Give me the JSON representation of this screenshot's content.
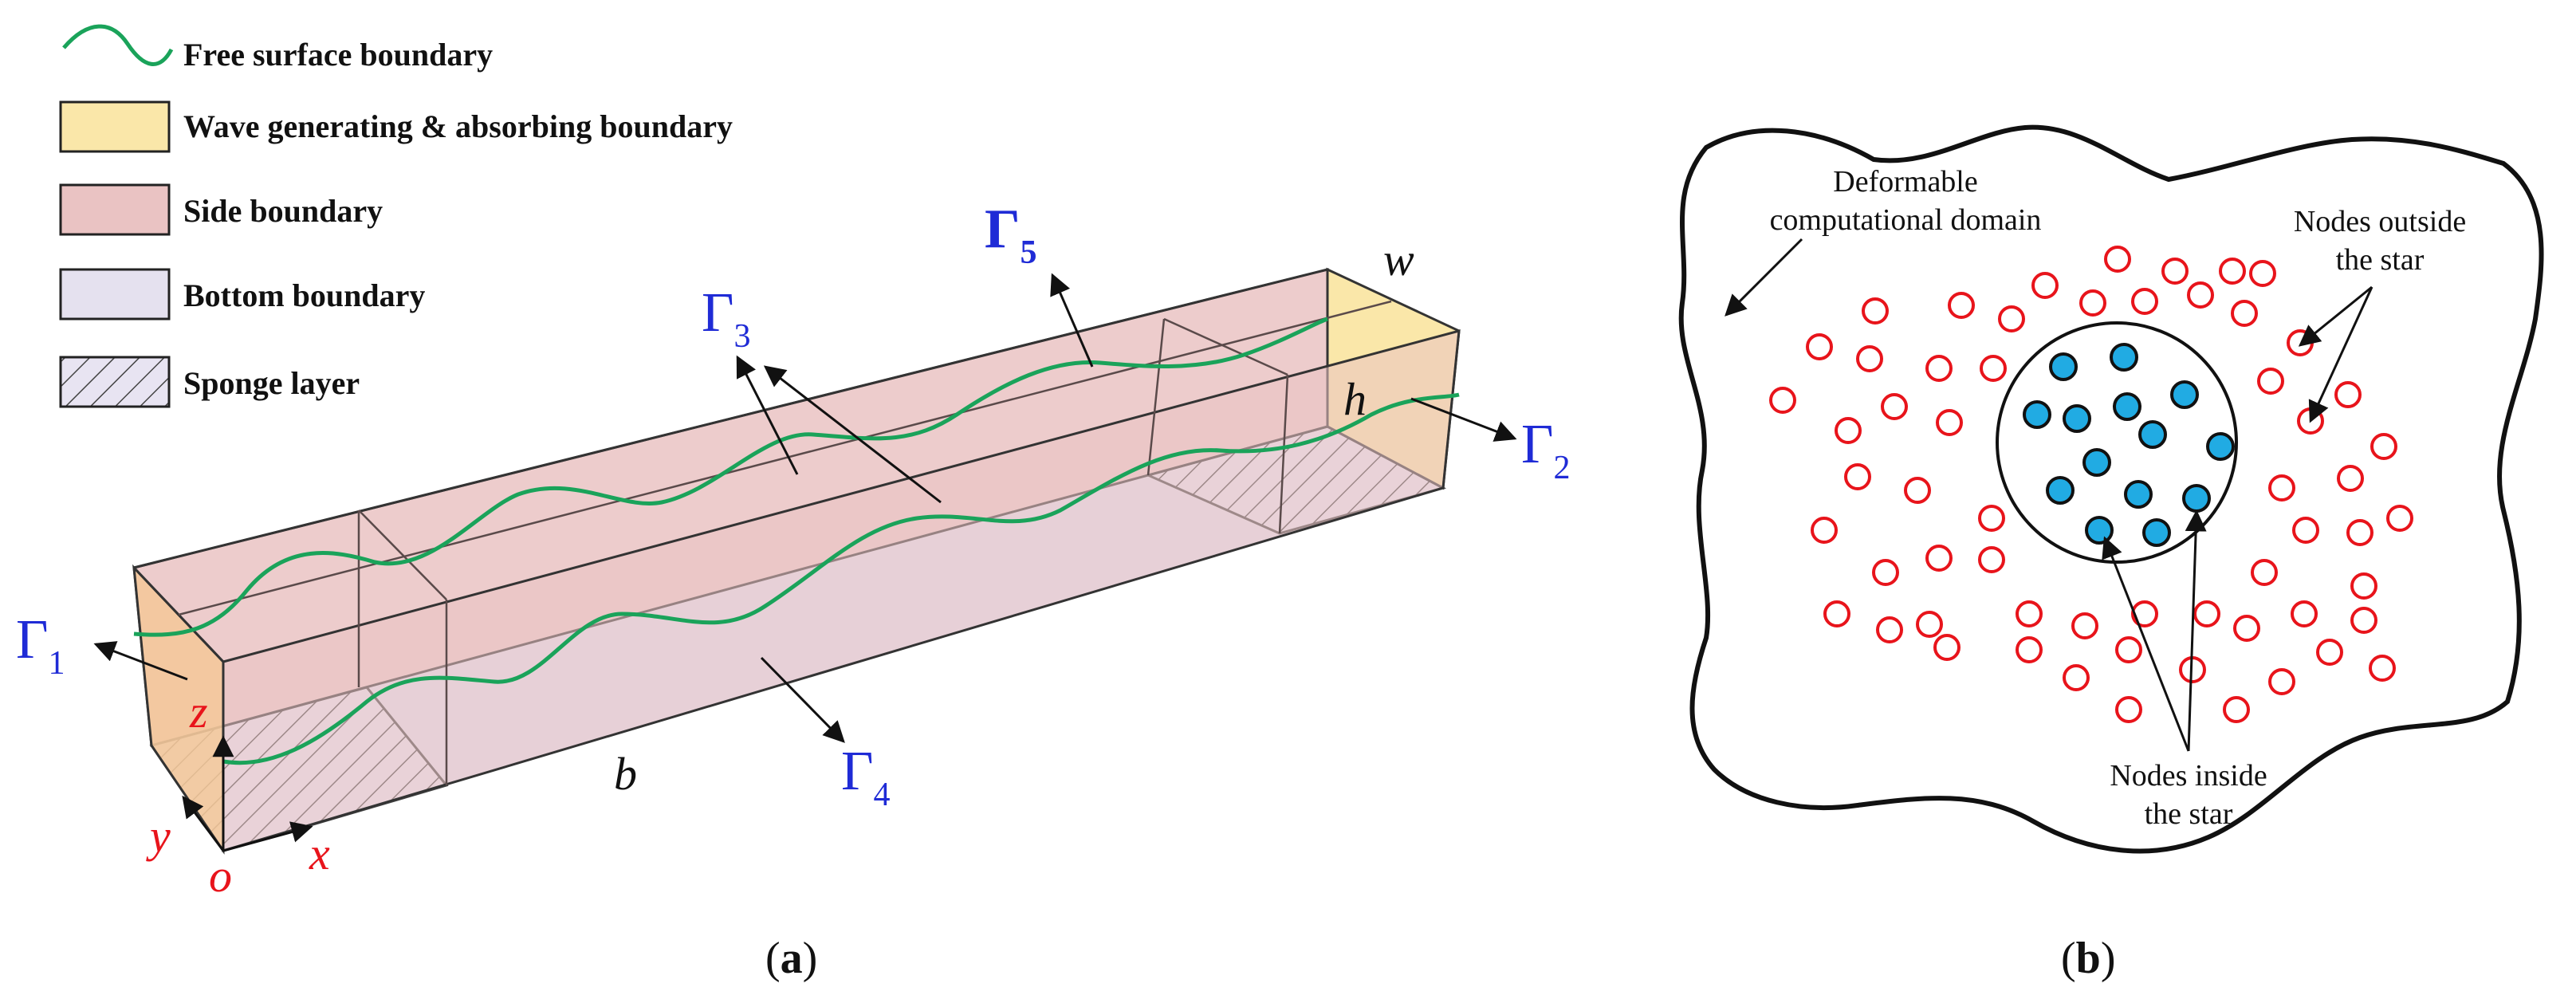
{
  "legend": {
    "free_surface": "Free surface boundary",
    "wave_boundary": "Wave generating & absorbing boundary",
    "side_boundary": "Side boundary",
    "bottom_boundary": "Bottom boundary",
    "sponge_layer": "Sponge layer"
  },
  "colors": {
    "free_surface": "#1aa35a",
    "wave_boundary": "#fae7a9",
    "side_boundary": "#eac3c3",
    "bottom_boundary": "#e5e1ef",
    "gamma_label": "#1f2bd6",
    "axis_label": "#e8141b",
    "hollow_node": "#e8141b",
    "filled_node": "#21abe3"
  },
  "panel_a": {
    "caption": "(a)",
    "gamma_symbol": "Γ",
    "gamma1_sub": "1",
    "gamma2_sub": "2",
    "gamma3_sub": "3",
    "gamma4_sub": "4",
    "gamma5_sub": "5",
    "axis_x": "x",
    "axis_y": "y",
    "axis_z": "z",
    "origin": "o",
    "dim_b": "b",
    "dim_h": "h",
    "dim_w": "w"
  },
  "panel_b": {
    "caption": "(b)",
    "domain_line1": "Deformable",
    "domain_line2": "computational domain",
    "outside_line1": "Nodes outside",
    "outside_line2": "the star",
    "inside_line1": "Nodes inside",
    "inside_line2": "the star"
  }
}
